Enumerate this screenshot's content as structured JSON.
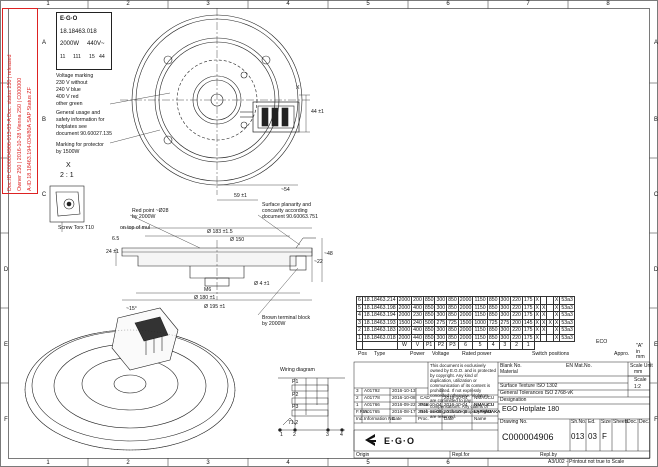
{
  "stamp": {
    "line1": "Doc.ID C000004906-013-03-A    Doc. status 250 | released",
    "line2": "Owner 250 | 2016-10-28    Vienna 250 | C000000",
    "line3": "A-ID 18.18463.194-034/80A    SAP Status ZF"
  },
  "zones": {
    "columns": [
      "1",
      "2",
      "3",
      "4",
      "5",
      "6",
      "7",
      "8"
    ],
    "rows": [
      "A",
      "B",
      "C",
      "D",
      "E",
      "F"
    ]
  },
  "label_plate": {
    "part_no": "18.18463.018",
    "power": "2000W",
    "voltage": "440V~",
    "code_a": "11",
    "code_b": "111",
    "code_c": "15",
    "code_d": "44"
  },
  "notes": {
    "voltage_marking_title": "Voltage marking",
    "voltage_lines": [
      "230 V  without",
      "240 V  blue",
      "400 V  red",
      "other  green"
    ],
    "safety_lines": [
      "General usage and",
      "safety information for",
      "hotplates see",
      "document 90.60027.135"
    ],
    "protector_lines": [
      "Marking for protector",
      "by 1500W"
    ],
    "detail_letter": "X",
    "detail_scale": "2 : 1",
    "screw": "Screw Torx T10",
    "red_point_lines": [
      "Red point ~Ø28",
      "by 2000W"
    ],
    "planarity_lines": [
      "Surface planarity and",
      "concavity according",
      "document 90.60063.751"
    ],
    "terminal_lines": [
      "Brown terminal block",
      "by 2000W"
    ],
    "wiring_title": "Wiring diagram",
    "p_labels": [
      "P1",
      "P2",
      "P3"
    ],
    "terminal_numbers": [
      "1",
      "2",
      "3",
      "4"
    ],
    "p4_label": "P4",
    "protector_symbol": "71.2"
  },
  "dimensions": {
    "top_44": "44 ±1",
    "top_x": "X",
    "top_54": "~54",
    "top_59": "59 ±1",
    "sec_183": "Ø 183 ±1.5",
    "sec_150": "Ø 150",
    "sec_24": "24 ±1",
    "sec_22": "~22",
    "sec_48": "~48",
    "sec_4": "Ø 4 ±1",
    "sec_m6": "M6",
    "sec_180": "Ø 180 ±1",
    "sec_195": "Ø 195 ±1",
    "sec_15": "~15°",
    "sec_6_5": "6.5",
    "sec_tol": "+0.5",
    "top_of_mul": "on top of mul"
  },
  "spec_table": {
    "rows": [
      [
        "6",
        "18.18463.214",
        "2000",
        "200",
        "850",
        "300",
        "850",
        "2000",
        "1150",
        "850",
        "300",
        "220",
        "175",
        "X",
        "",
        "",
        "X",
        "53a3"
      ],
      [
        "5",
        "18.18463.198",
        "2000",
        "400",
        "850",
        "300",
        "850",
        "2000",
        "1150",
        "850",
        "300",
        "220",
        "175",
        "X",
        "X",
        "",
        "X",
        "53a3"
      ],
      [
        "4",
        "18.18463.194",
        "2000",
        "230",
        "850",
        "300",
        "850",
        "2000",
        "1150",
        "850",
        "300",
        "220",
        "175",
        "X",
        "X",
        "",
        "X",
        "53a3"
      ],
      [
        "3",
        "18.18463.193",
        "1500",
        "240",
        "500",
        "275",
        "725",
        "1500",
        "1000",
        "725",
        "275",
        "200",
        "145",
        "X",
        "X",
        "X",
        "X",
        "53a3"
      ],
      [
        "2",
        "18.18463.183",
        "2000",
        "400",
        "850",
        "300",
        "850",
        "2000",
        "1150",
        "850",
        "300",
        "220",
        "175",
        "X",
        "X",
        "",
        "X",
        "53a3"
      ],
      [
        "1",
        "18.18463.018",
        "2000",
        "440",
        "850",
        "300",
        "850",
        "2000",
        "1150",
        "850",
        "300",
        "220",
        "175",
        "X",
        "",
        "",
        "X",
        "53a3"
      ]
    ],
    "unit_row": [
      "",
      "",
      "W",
      "V",
      "P1",
      "P2",
      "P3",
      "6",
      "5",
      "4",
      "3",
      "2",
      "1"
    ],
    "header": {
      "pos": "Pos",
      "type": "Type",
      "power": "Power",
      "voltage": "Voltage",
      "rated_power": "Rated power",
      "switch_positions": "Switch positions",
      "appro": "Appro.",
      "eco": "ECO",
      "a_mm": "\"A\" in mm"
    }
  },
  "title_block": {
    "copyright_note": "This document is exclusively owned by E.G.O. and is protected by copyright. Any kind of duplication, utilization or communication of its content is prohibited. If not expressly conceded otherwise. Violators are committed to pay compensations. Any claims of existing or future property rights are reserved.",
    "blank_no_label": "Blank No.",
    "en_mat_label": "EN Mat.No.",
    "material_label": "Material",
    "surface_texture": "Surface Texture ISO 1302",
    "general_tolerances": "General Tolerances   ISO 2768-vK",
    "designation_label": "Designation",
    "designation": "EGO Hotplate 180",
    "drawing_no_label": "Drawing No.",
    "drawing_no": "C000004906",
    "sh_no_label": "Sh.No.",
    "sh_no": "013",
    "ed_label": "Ed.",
    "ed": "03",
    "size_label": "Size",
    "size": "F",
    "sheets_label": "Sheets",
    "doc_label": "Doc.",
    "dec_label": "Dec.",
    "scale_unit_label": "Scale Unit",
    "scale_unit": "mm",
    "scale_label": "Scale",
    "scale": "1:2",
    "origin_label": "Origin",
    "repl_for_label": "Repl.for",
    "repl_by_label": "Repl.by",
    "logo_text": "E·G·O",
    "footer": "A3/U02 - Printout not true to Scale",
    "revisions": [
      {
        "rev": "3",
        "info": "A01792",
        "date": "2016-10-13",
        "date2": "",
        "name": ""
      },
      {
        "rev": "2",
        "info": "A01778",
        "date": "2016-10-08",
        "date2": "",
        "name": ""
      },
      {
        "rev": "1",
        "info": "A01766",
        "date": "2016-09-22",
        "date2": "2016-10-04",
        "name": "NMAUCU"
      },
      {
        "rev": "F.REL",
        "info": "A01765",
        "date": "2016-08-17",
        "date2": "2016-10-05",
        "name": "LAPANJAKA"
      }
    ],
    "rev_headers": [
      "Ind.",
      "Information No.",
      "Date",
      "Proc.",
      "Date",
      "Name"
    ],
    "cad_labels": [
      "CAD",
      "Proc.",
      "Rel."
    ],
    "cad_dates": [
      "2016-10-04",
      "2016-10-04",
      "2016-10-05"
    ],
    "cad_names": [
      "NMAUCU",
      "NMAUCU",
      "LAPANJAKA"
    ]
  }
}
